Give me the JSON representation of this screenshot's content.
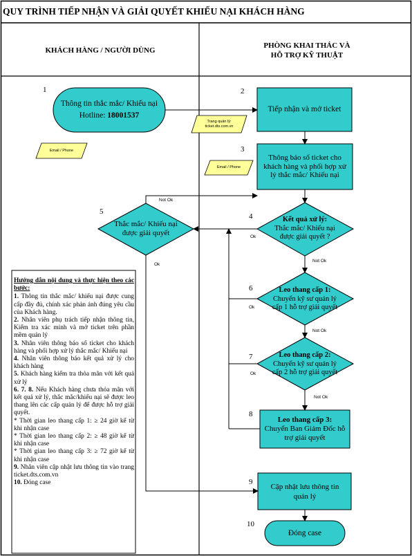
{
  "title": "QUY TRÌNH TIẾP NHẬN VÀ GIẢI QUYẾT KHIẾU NẠI KHÁCH HÀNG",
  "lanes": {
    "left": "KHÁCH HÀNG / NGƯỜI DÙNG",
    "right_line1": "PHÒNG KHAI THÁC VÀ",
    "right_line2": "HỖ TRỢ KỸ THUẬT"
  },
  "steps": {
    "s1": {
      "num": "1",
      "line1": "Thông tin thắc mắc/ Khiếu nại",
      "line2_prefix": "Hotline: ",
      "line2_bold": "18001537"
    },
    "s2": {
      "num": "2",
      "text": "Tiếp nhận và mở ticket"
    },
    "s3": {
      "num": "3",
      "text": "Thông báo số ticket cho khách hàng và phối hợp xử lý thắc mắc/ Khiếu nại"
    },
    "s4": {
      "num": "4",
      "bold": "Kết quả xử lý:",
      "text": "Thắc mắc/ Khiếu nại được giải quyết ?"
    },
    "s5": {
      "num": "5",
      "text": "Thắc mắc/ Khiếu nại được giải quyết"
    },
    "s6": {
      "num": "6",
      "bold": "Leo thang cấp 1:",
      "text": "Chuyển kỹ sư quản lý cấp 1 hỗ trợ giải quyết"
    },
    "s7": {
      "num": "7",
      "bold": "Leo thang cấp 2:",
      "text": "Chuyển kỹ sư quản lý cấp 2 hỗ trợ giải quyết"
    },
    "s8": {
      "num": "8",
      "bold": "Leo thang cấp 3:",
      "text": "Chuyển Ban Giám Đốc hỗ trợ giải quyết"
    },
    "s9": {
      "num": "9",
      "text": "Cập nhật lưu thông tin quản lý"
    },
    "s10": {
      "num": "10",
      "text": "Đóng case"
    }
  },
  "notes": {
    "email_phone_1": "Email / Phone",
    "email_phone_2": "Email / Phone",
    "trang_line1": "Trang quản lý:",
    "trang_line2": "ticket.dts.com.vn"
  },
  "labels": {
    "not_ok_5": "Not Ok",
    "ok_5": "Ok",
    "ok_4": "Ok",
    "not_ok_4": "Not Ok",
    "ok_6": "Ok",
    "not_ok_6": "Not Ok",
    "ok_7": "Ok",
    "not_ok_7": "Not Ok"
  },
  "guide": {
    "title": "Hướng dẫn nội dung và thực hiện theo các bước:",
    "items": [
      {
        "b": "1.",
        "t": " Thông tin thắc mắc/ khiếu nại được cung cấp đầy đủ, chính xác phản ánh đúng yêu cầu của Khách hàng."
      },
      {
        "b": "2.",
        "t": " Nhân viên phụ trách tiếp nhận thông tin, Kiểm tra xác minh và mở ticket trên phần mềm quản lý"
      },
      {
        "b": "3.",
        "t": " Nhân viên thông báo số ticket cho khách hàng và phối hợp xử lý thắc mắc/ Khiếu nại"
      },
      {
        "b": "4.",
        "t": " Nhân viên thông báo kết quả xử lý cho khách hàng"
      },
      {
        "b": "5.",
        "t": " Khách hàng kiểm tra  thỏa mãn với kết quả xử lý"
      },
      {
        "b": "6. 7. 8.",
        "t": " Nếu Khách hàng chưa  thỏa mãn với kết quả xử  lý, thắc mắc/khiếu nại sẽ được leo thang lên các cấp quản lý để được hỗ trợ giải quyết."
      },
      {
        "b": "",
        "t": "* Thời gian leo thang cấp 1: ≥ 24 giờ kể từ khi nhận case"
      },
      {
        "b": "",
        "t": "* Thời gian leo thang cấp 2: ≥ 48 giờ kể từ khi nhận case"
      },
      {
        "b": "",
        "t": "* Thời gian leo thang cấp 3: ≥ 72 giờ kể từ khi nhận case"
      },
      {
        "b": "9.",
        "t": " Nhân viên cập nhật lưu thông tin vào trang ticket.dts.com.vn"
      },
      {
        "b": "10.",
        "t": " Đóng case"
      }
    ]
  },
  "colors": {
    "teal": "#33CCCC",
    "note_yellow": "#FFFF99",
    "line": "#000000"
  }
}
